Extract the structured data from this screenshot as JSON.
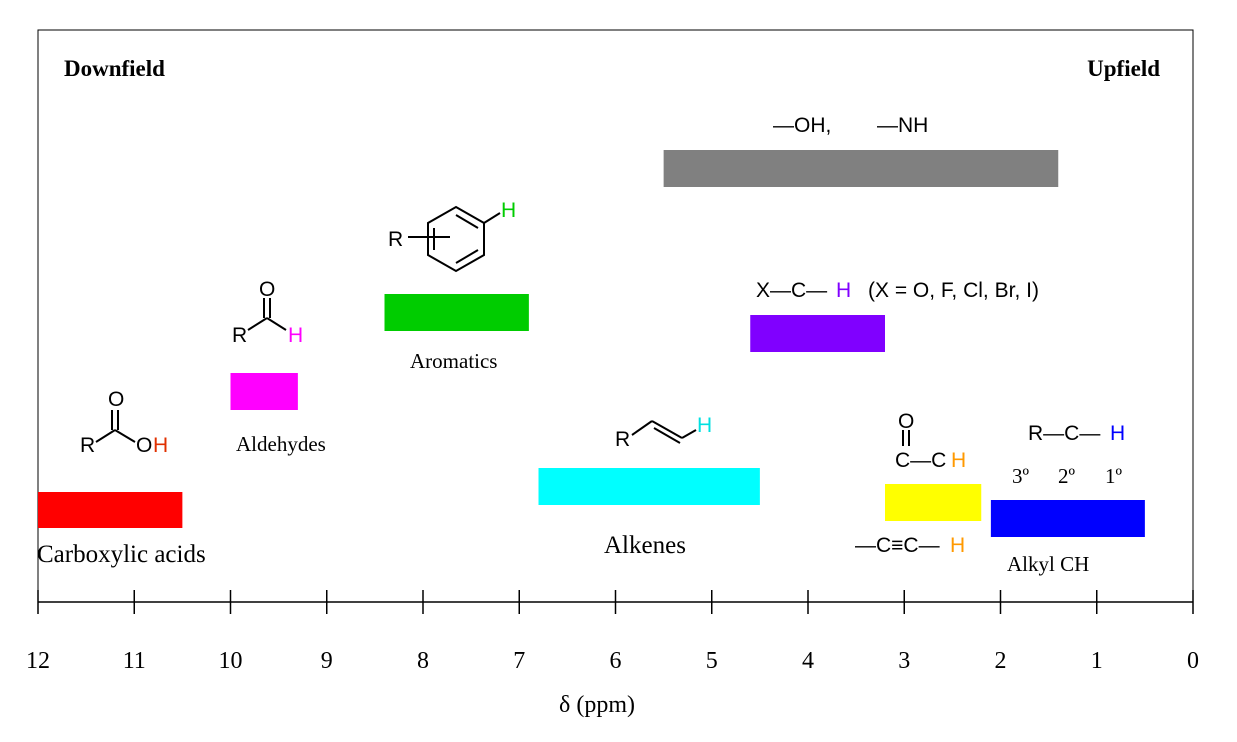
{
  "chart_data": {
    "type": "range-bar",
    "title": "",
    "xlabel": "δ (ppm)",
    "xlim": [
      12,
      0
    ],
    "xticks": [
      "12",
      "11",
      "10",
      "9",
      "8",
      "7",
      "6",
      "5",
      "4",
      "3",
      "2",
      "1",
      "0"
    ],
    "corner_labels": {
      "left": "Downfield",
      "right": "Upfield"
    },
    "ranges": [
      {
        "name": "Carboxylic acids",
        "from": 12.0,
        "to": 10.5,
        "color": "#ff0000"
      },
      {
        "name": "Aldehydes",
        "from": 10.0,
        "to": 9.3,
        "color": "#ff00ff"
      },
      {
        "name": "Aromatics",
        "from": 8.4,
        "to": 6.9,
        "color": "#00cc00"
      },
      {
        "name": "Alkenes",
        "from": 6.8,
        "to": 4.5,
        "color": "#00ffff"
      },
      {
        "name": "OH, NH",
        "from": 5.5,
        "to": 1.4,
        "color": "#808080"
      },
      {
        "name": "X-C-H",
        "from": 4.6,
        "to": 3.2,
        "color": "#8000ff"
      },
      {
        "name": "O=C-CH / alkyne C-H",
        "from": 3.2,
        "to": 2.2,
        "color": "#ffff00"
      },
      {
        "name": "Alkyl CH",
        "from": 2.1,
        "to": 0.5,
        "color": "#0000ff"
      }
    ]
  },
  "labels": {
    "carboxylic": "Carboxylic acids",
    "aldehydes": "Aldehydes",
    "aromatics": "Aromatics",
    "alkenes": "Alkenes",
    "alkyl": "Alkyl CH",
    "ohnh_oh": "—OH,",
    "ohnh_nh": "—NH",
    "xch_x": "X—C—",
    "xch_h": "H",
    "xch_list": "(X = O, F, Cl, Br, I)",
    "degrees": [
      "3º",
      "2º",
      "1º"
    ]
  },
  "atoms": {
    "R": "R",
    "O": "O",
    "H": "H",
    "C": "C",
    "OH_O": "O"
  },
  "structures": {
    "carbonyl_ch": "C—C",
    "alkyne": "—C≡C—",
    "rch": "R—C—"
  }
}
